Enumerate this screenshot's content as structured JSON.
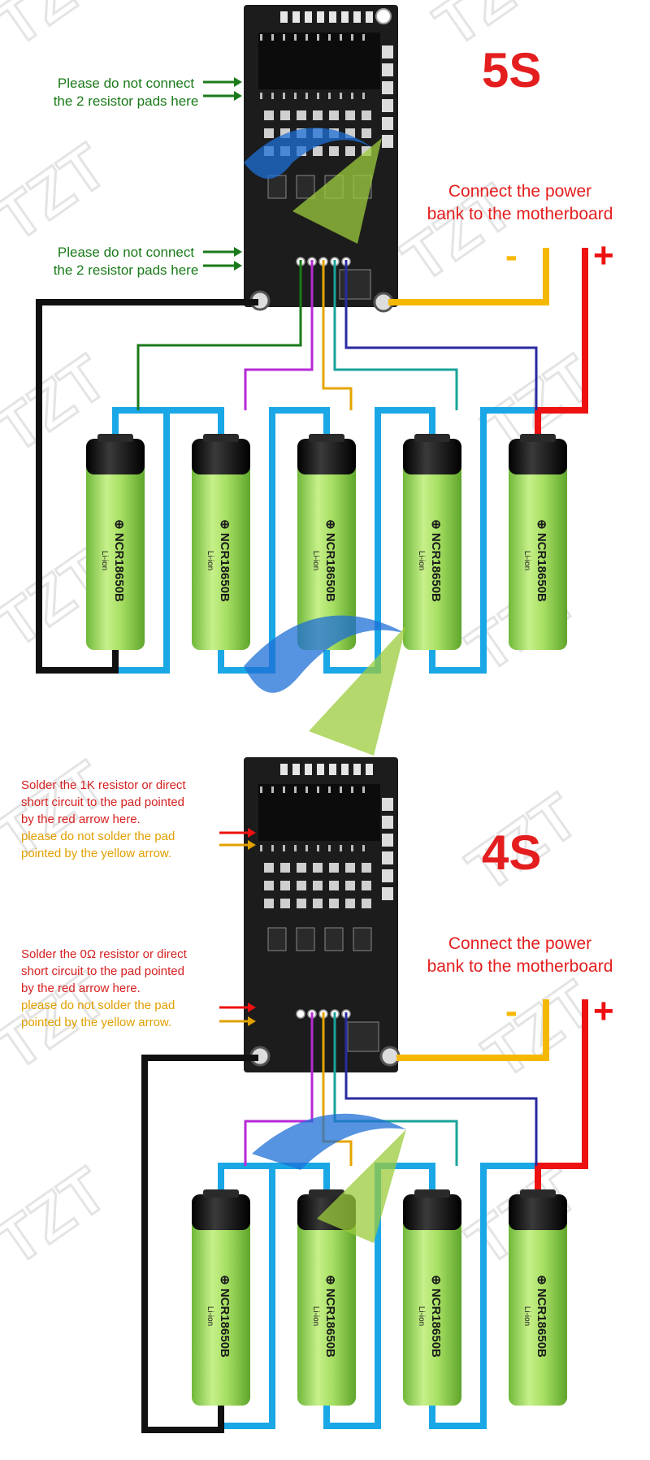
{
  "diagram": {
    "watermark_text": "TZT",
    "top": {
      "label": "5S",
      "notes": [
        {
          "line1": "Please do not connect",
          "line2": "the 2 resistor pads here"
        },
        {
          "line1": "Please do not connect",
          "line2": "the 2 resistor pads here"
        }
      ],
      "power_line1": "Connect the power",
      "power_line2": "bank to the motherboard",
      "minus": "-",
      "plus": "+",
      "cell_count": 5
    },
    "bottom": {
      "label": "4S",
      "note1_red": [
        "Solder the 1K resistor or direct",
        "short circuit to the pad pointed",
        "by the red arrow here."
      ],
      "note1_yellow": [
        "please do not solder the pad",
        "pointed by the yellow arrow."
      ],
      "note2_red": [
        "Solder the 0Ω resistor or direct",
        "short circuit to the pad pointed",
        "by the red arrow here."
      ],
      "note2_yellow": [
        "please do not solder the pad",
        "pointed by the yellow arrow."
      ],
      "power_line1": "Connect the power",
      "power_line2": "bank to the motherboard",
      "minus": "-",
      "plus": "+",
      "cell_count": 4
    },
    "battery": {
      "model": "NCR18650B",
      "type": "Li-ion",
      "polarity": "⊕"
    },
    "colors": {
      "label_red": "#e41e1e",
      "note_green": "#1a7a1a",
      "note_yellow": "#e0a000",
      "wire_blue": "#1aa7e6",
      "wire_black": "#111111",
      "wire_red": "#ee1111",
      "wire_yellow": "#f5b800",
      "battery_green": "#a8e06a",
      "pcb_black": "#1c1c1c"
    }
  }
}
